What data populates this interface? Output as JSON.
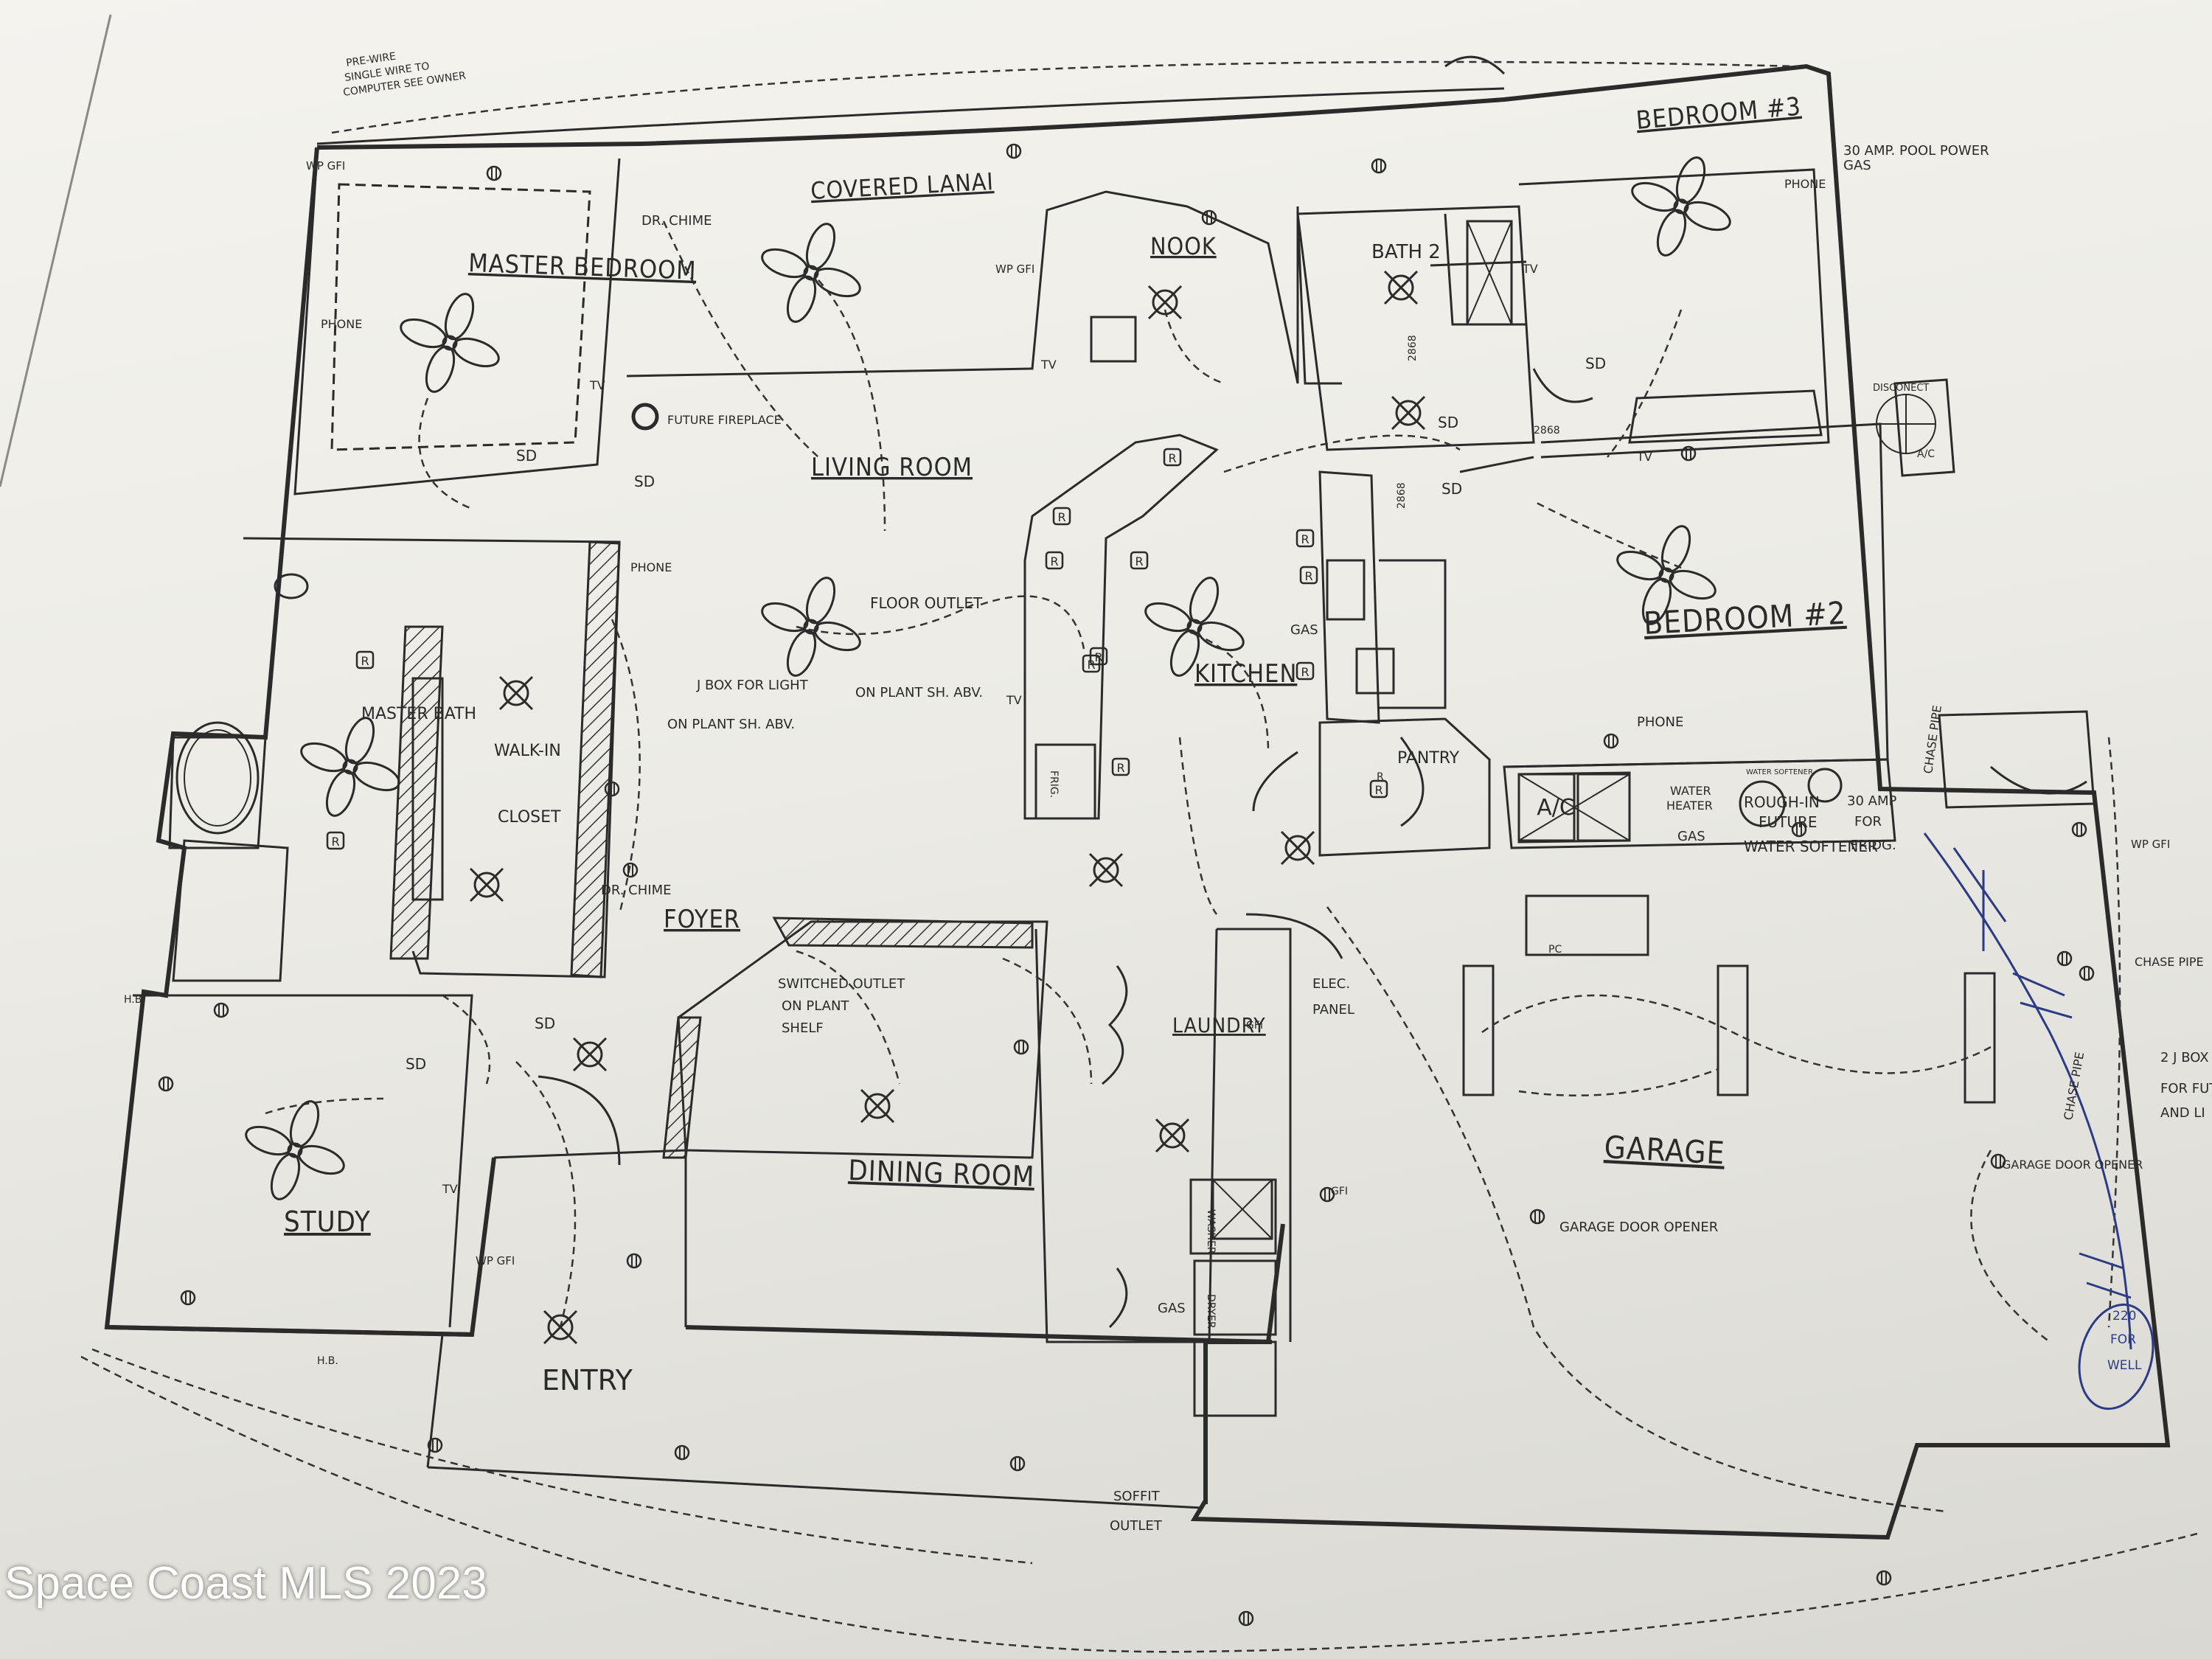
{
  "watermark": "Space Coast MLS 2023",
  "rooms": {
    "master_bedroom": "MASTER BEDROOM",
    "covered_lanai": "COVERED LANAI",
    "nook": "NOOK",
    "bath2": "BATH 2",
    "bedroom3": "BEDROOM #3",
    "living_room": "LIVING ROOM",
    "kitchen": "KITCHEN",
    "bedroom2": "BEDROOM #2",
    "master_bath": "MASTER BATH",
    "walk_in": "WALK-IN",
    "closet": "CLOSET",
    "foyer": "FOYER",
    "pantry": "PANTRY",
    "study": "STUDY",
    "dining_room": "DINING ROOM",
    "laundry": "LAUNDRY",
    "garage": "GARAGE",
    "entry": "ENTRY"
  },
  "notes": {
    "prewire_1": "PRE-WIRE",
    "prewire_2": "SINGLE WIRE TO",
    "prewire_3": "COMPUTER SEE OWNER",
    "pool_power": "30 AMP. POOL POWER",
    "gas": "GAS",
    "phone": "PHONE",
    "dr_chime": "DR. CHIME",
    "wp_gfi": "WP GFI",
    "tv": "TV",
    "sd": "SD",
    "future_fireplace": "FUTURE FIREPLACE",
    "floor_outlet": "FLOOR OUTLET",
    "j_box": "J BOX FOR LIGHT",
    "on_plant": "ON PLANT SH. ABV.",
    "switched_1": "SWITCHED OUTLET",
    "switched_2": "ON PLANT",
    "switched_3": "SHELF",
    "elec_1": "ELEC.",
    "elec_2": "PANEL",
    "water_heater_1": "WATER",
    "water_heater_2": "HEATER",
    "water_softener_label": "WATER SOFTENER",
    "rough_in_1": "ROUGH-IN",
    "rough_in_2": "FUTURE",
    "rough_in_3": "WATER SOFTENER",
    "frig_1": "30 AMP",
    "frig_2": "FOR",
    "frig_3": "FRIDG.",
    "chase_pipe": "CHASE PIPE",
    "garage_door_opener": "GARAGE DOOR OPENER",
    "soffit_1": "SOFFIT",
    "soffit_2": "OUTLET",
    "well_1": "220",
    "well_2": "FOR",
    "well_3": "WELL",
    "j_box_side_1": "2 J BOX",
    "j_box_side_2": "FOR FUT",
    "j_box_side_3": "AND LI",
    "ac": "A/C",
    "disconnect": "DISCONECT",
    "hb": "H.B.",
    "washer": "WASHER",
    "dryer": "DRYER",
    "frig": "FRIG.",
    "pc": "PC",
    "gfi": "GFI",
    "door_2868": "2868",
    "r": "R"
  }
}
